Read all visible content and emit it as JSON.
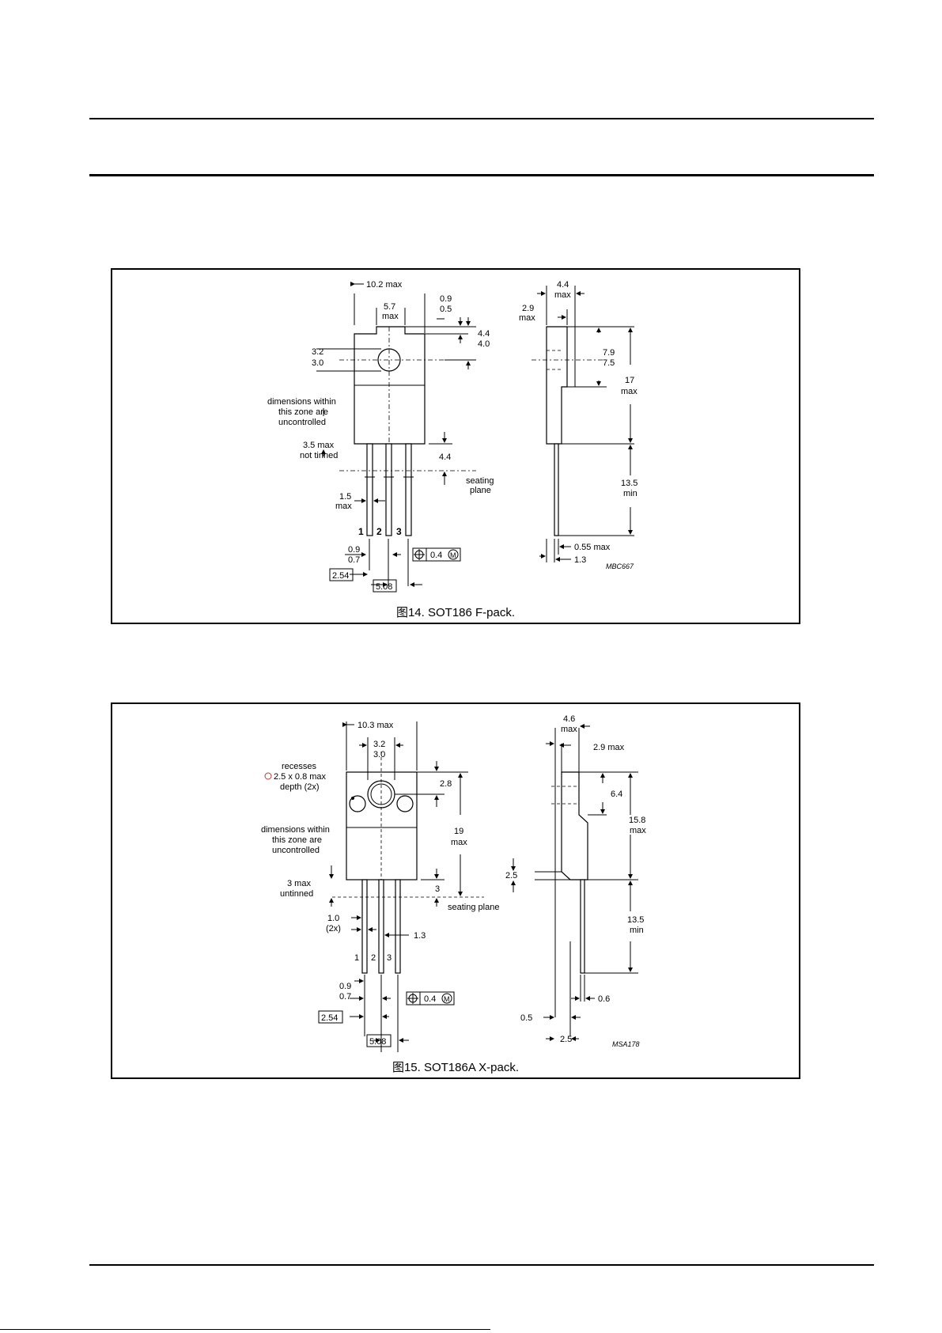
{
  "figures": [
    {
      "caption": "图14.  SOT186 F-pack.",
      "code": "MBC667",
      "pins": [
        "1",
        "2",
        "3"
      ],
      "dims": {
        "width": "10.2 max",
        "inner_a": "5.7",
        "inner_b": "max",
        "tab_a": "0.9",
        "tab_b": "0.5",
        "hole_a": "4.4",
        "hole_b": "4.0",
        "hd_a": "3.2",
        "hd_b": "3.0",
        "zone_1": "dimensions within",
        "zone_2": "this zone are",
        "zone_3": "uncontrolled",
        "tin_1": "3.5 max",
        "tin_2": "not tinned",
        "lead_h": "4.4",
        "seat_1": "seating",
        "seat_2": "plane",
        "lw_1": "1.5",
        "lw_2": "max",
        "pitch_a": "0.9",
        "pitch_b": "0.7",
        "tol": "0.4",
        "tol_m": "M",
        "p1": "2.54",
        "p2": "5.08",
        "side_top_a": "4.4",
        "side_top_b": "max",
        "side_t_a": "2.9",
        "side_t_b": "max",
        "side_h_a": "7.9",
        "side_h_b": "7.5",
        "side_body_a": "17",
        "side_body_b": "max",
        "side_lead_a": "13.5",
        "side_lead_b": "min",
        "side_lt": "0.55 max",
        "side_b": "1.3"
      }
    },
    {
      "caption": "图15.  SOT186A X-pack.",
      "code": "MSA178",
      "pins": [
        "1",
        "2",
        "3"
      ],
      "dims": {
        "width": "10.3 max",
        "hd_a": "3.2",
        "hd_b": "3.0",
        "rec_1": "recesses",
        "rec_2": "2.5 x 0.8 max",
        "rec_3": "depth (2x)",
        "hole_off": "2.8",
        "body_a": "19",
        "body_b": "max",
        "zone_1": "dimensions within",
        "zone_2": "this zone are",
        "zone_3": "uncontrolled",
        "tin_1": "3 max",
        "tin_2": "untinned",
        "lead_s": "3",
        "seat": "seating plane",
        "lw_a": "1.0",
        "lw_b": "(2x)",
        "lw_c": "1.3",
        "pitch_a": "0.9",
        "pitch_b": "0.7",
        "tol": "0.4",
        "tol_m": "M",
        "p1": "2.54",
        "p2": "5.08",
        "side_top_a": "4.6",
        "side_top_b": "max",
        "side_t": "2.9 max",
        "side_h": "6.4",
        "side_body_a": "15.8",
        "side_body_b": "max",
        "side_step": "2.5",
        "side_lead_a": "13.5",
        "side_lead_b": "min",
        "side_lt": "0.6",
        "side_b1": "0.5",
        "side_b2": "2.5"
      }
    }
  ]
}
